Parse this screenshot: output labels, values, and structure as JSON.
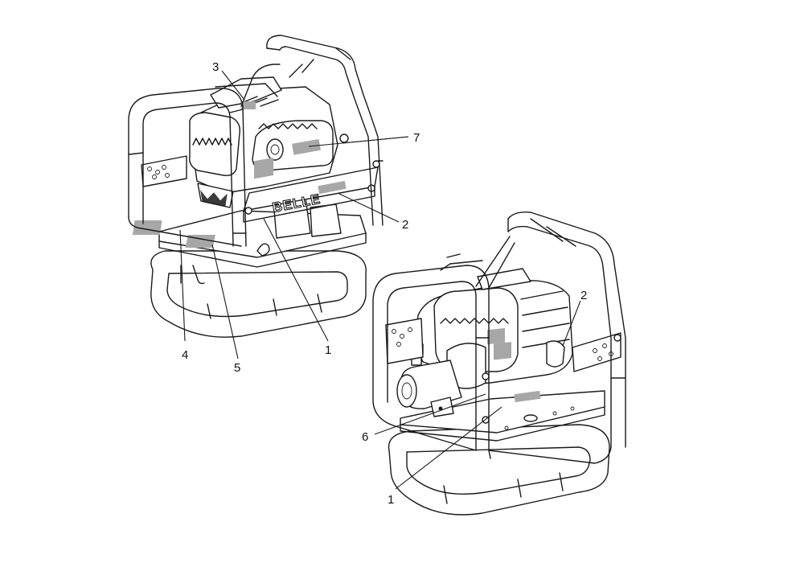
{
  "brand_text": "BELLE",
  "callouts": {
    "c1a": "1",
    "c1b": "1",
    "c2a": "2",
    "c2b": "2",
    "c3": "3",
    "c4": "4",
    "c5": "5",
    "c6": "6",
    "c7": "7"
  },
  "colors": {
    "line": "#1a1a1a",
    "label_area": "#a7a7a7",
    "background": "#ffffff"
  }
}
